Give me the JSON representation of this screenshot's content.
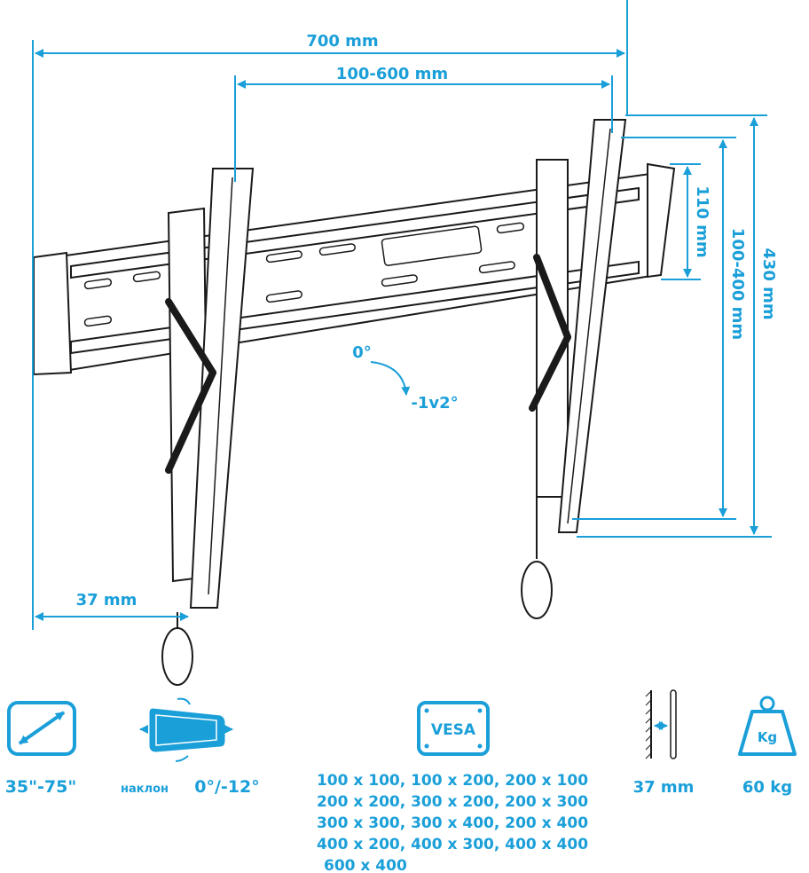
{
  "dimensions": {
    "total_width": "700 mm",
    "vesa_horizontal": "100-600 mm",
    "rail_height": "110 mm",
    "vesa_vertical": "100-400 mm",
    "bracket_height": "430 mm",
    "wall_distance": "37 mm",
    "tilt_start": "0°",
    "tilt_end": "-1v2°"
  },
  "specs": {
    "screen_size": "35\"-75\"",
    "tilt_label": "наклон",
    "tilt_range": "0°/-12°",
    "vesa_badge": "VESA",
    "vesa_list": [
      "100 x 100, 100 x 200, 200 x 100",
      "200 x 200, 300 x 200, 200 x 300",
      "300 x 300, 300 x 400, 200 x 400",
      "400 x 200, 400 x 300, 400 x 400",
      "600 x 400"
    ],
    "thickness": "37 mm",
    "weight_badge": "Kg",
    "max_load": "60 kg"
  },
  "colors": {
    "accent": "#1a9fd9",
    "line": "#1a1a1a"
  }
}
